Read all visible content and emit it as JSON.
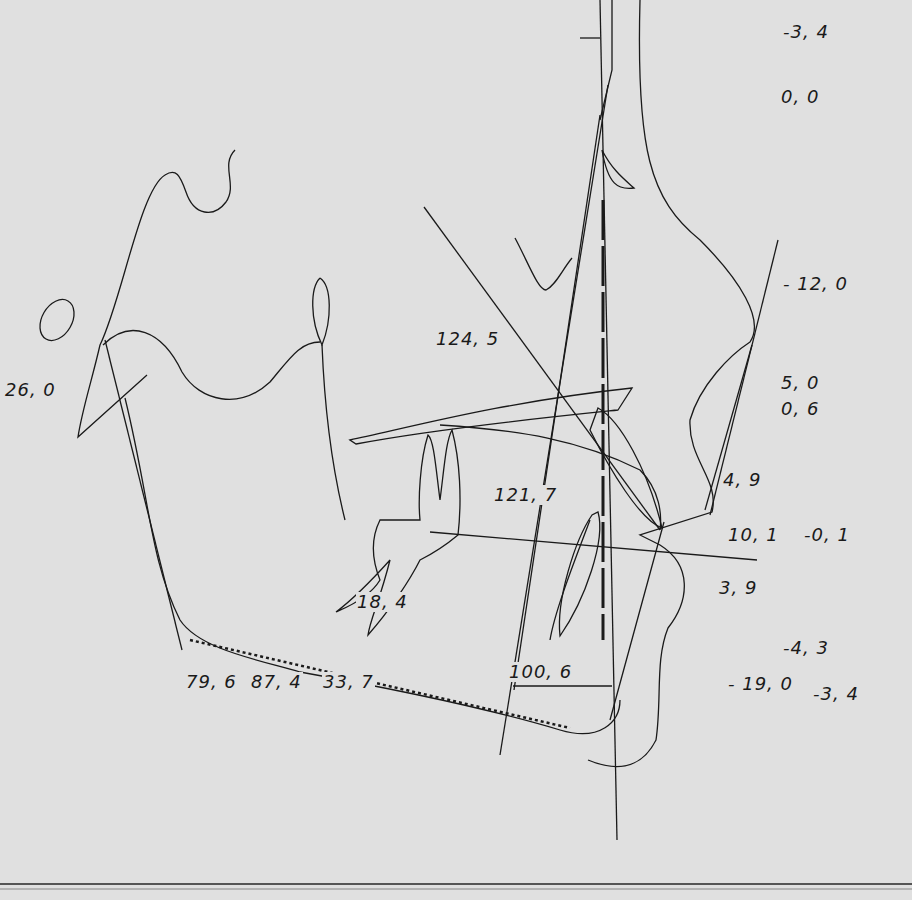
{
  "diagram": {
    "labels": [
      "-3, 4",
      "0, 0",
      "- 12, 0",
      "124, 5",
      "5, 0",
      "0, 6",
      "26, 0",
      "4, 9",
      "121, 7",
      "10, 1",
      "-0, 1",
      "3, 9",
      "18, 4",
      "-4, 3",
      "79, 6",
      "87, 4",
      "33, 7",
      "100, 6",
      "- 19, 0",
      "-3, 4"
    ]
  }
}
